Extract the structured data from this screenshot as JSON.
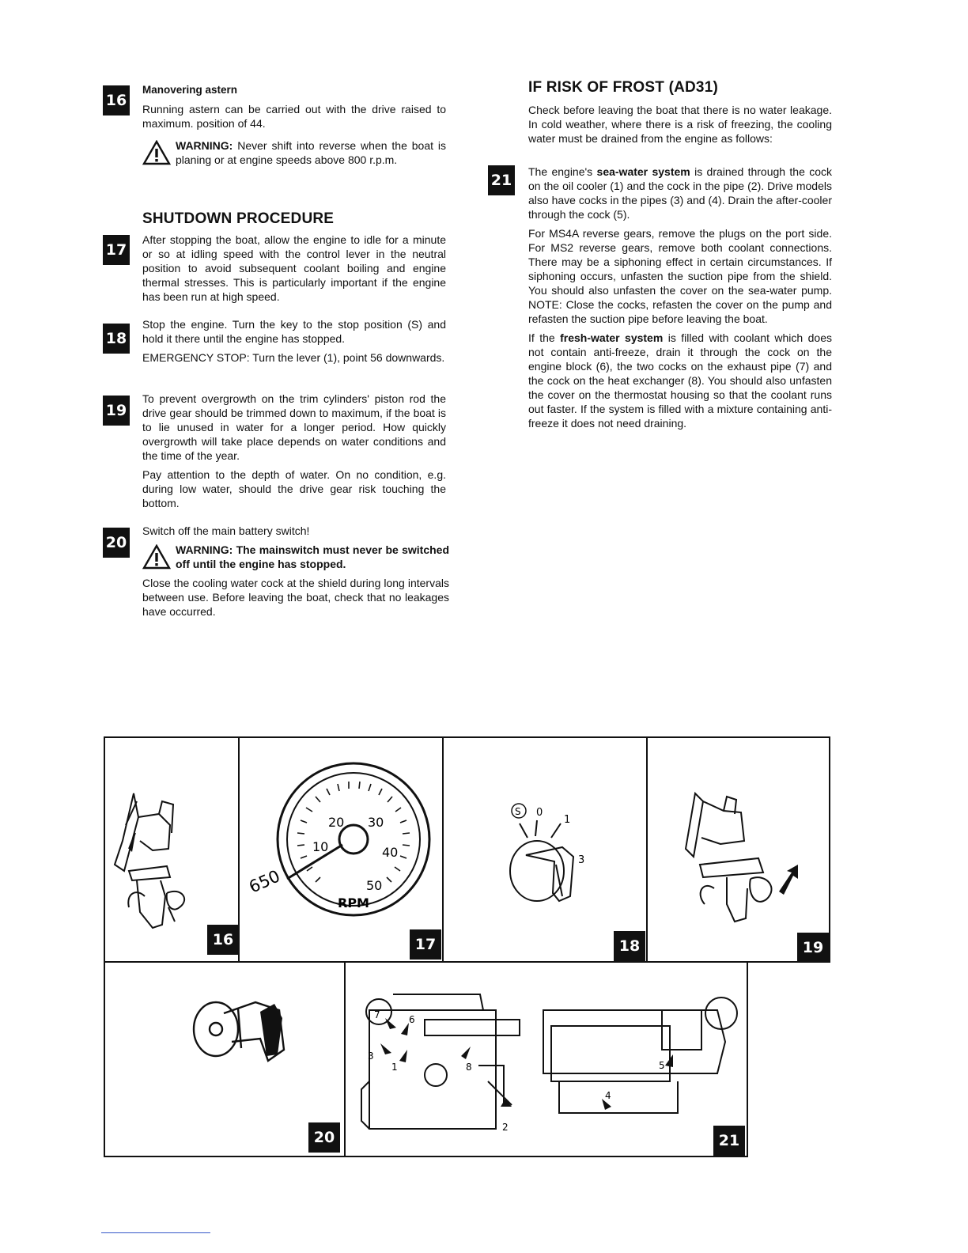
{
  "left": {
    "s16": {
      "badge": "16",
      "heading": "Manovering astern",
      "text": "Running astern can be carried out with the drive raised to maximum. position of 44.",
      "warning_label": "WARNING:",
      "warning_text": "Never shift into reverse when the boat is planing or at engine speeds above 800 r.p.m."
    },
    "shutdown_heading": "SHUTDOWN PROCEDURE",
    "s17": {
      "badge": "17",
      "text": "After stopping the boat, allow the engine to idle for a minute or so at idling speed with the control lever in the neutral position to avoid subsequent coolant boiling and engine thermal stresses. This is particularly important if the engine has been run at high speed."
    },
    "s18": {
      "badge": "18",
      "text1": "Stop the engine. Turn the key to the stop position (S) and hold it there until the engine has stopped.",
      "text2": "EMERGENCY STOP: Turn the lever (1), point 56 downwards."
    },
    "s19": {
      "badge": "19",
      "text1": "To prevent overgrowth on the trim cylinders' piston rod the drive gear should be trimmed down to maximum, if the boat is to lie unused in water for a longer period. How quickly overgrowth will take place depends on water conditions and the time of the year.",
      "text2": "Pay attention to the depth of water. On no condition, e.g. during low water, should the drive gear risk touching the bottom."
    },
    "s20": {
      "badge": "20",
      "text1": "Switch off the main battery switch!",
      "warning": "WARNING: The mainswitch must never be switched off until the engine has stopped.",
      "text2": "Close the cooling water cock at the shield during long intervals between use. Before leaving the boat, check that no leakages have occurred."
    }
  },
  "right": {
    "heading": "IF RISK OF FROST (AD31)",
    "intro": "Check before leaving the boat that there is no water leakage. In cold weather, where there is a risk of freezing, the cooling water must be drained from the engine as follows:",
    "s21": {
      "badge": "21",
      "p1_a": "The engine's ",
      "p1_bold": "sea-water system",
      "p1_b": " is drained through the cock on the oil cooler (1) and the cock in the pipe (2). Drive models also have cocks in the pipes (3) and (4). Drain the after-cooler through the cock (5).",
      "p2": "For MS4A reverse gears, remove the plugs on the port side. For MS2 reverse gears, remove both coolant connections. There may be a siphoning effect in certain circumstances. If siphoning occurs, unfasten the suction pipe from the shield. You should also unfasten the cover on the sea-water pump. NOTE: Close the cocks, refasten the cover on the pump and refasten the suction pipe before leaving the boat.",
      "p3_a": "If the ",
      "p3_bold": "fresh-water system",
      "p3_b": " is filled with coolant which does not contain anti-freeze, drain it through the cock on the engine block (6), the two cocks on the exhaust pipe (7) and the cock on the heat exchanger (8). You should also unfasten the cover on the thermostat housing so that the coolant runs out faster. If the system is filled with a mixture containing anti-freeze it does not need draining."
    }
  },
  "figures": {
    "f16": "16",
    "f17": "17",
    "f18": "18",
    "f19": "19",
    "f20": "20",
    "f21": "21",
    "gauge": {
      "t10": "10",
      "t20": "20",
      "t30": "30",
      "t40": "40",
      "t50": "50",
      "unit": "RPM",
      "value": "650"
    },
    "key": {
      "s": "S",
      "k0": "0",
      "k1": "1",
      "k3": "3"
    },
    "engine_labels": {
      "n1": "1",
      "n2": "2",
      "n3": "3",
      "n4": "4",
      "n5": "5",
      "n6": "6",
      "n7": "7",
      "n8": "8"
    }
  }
}
